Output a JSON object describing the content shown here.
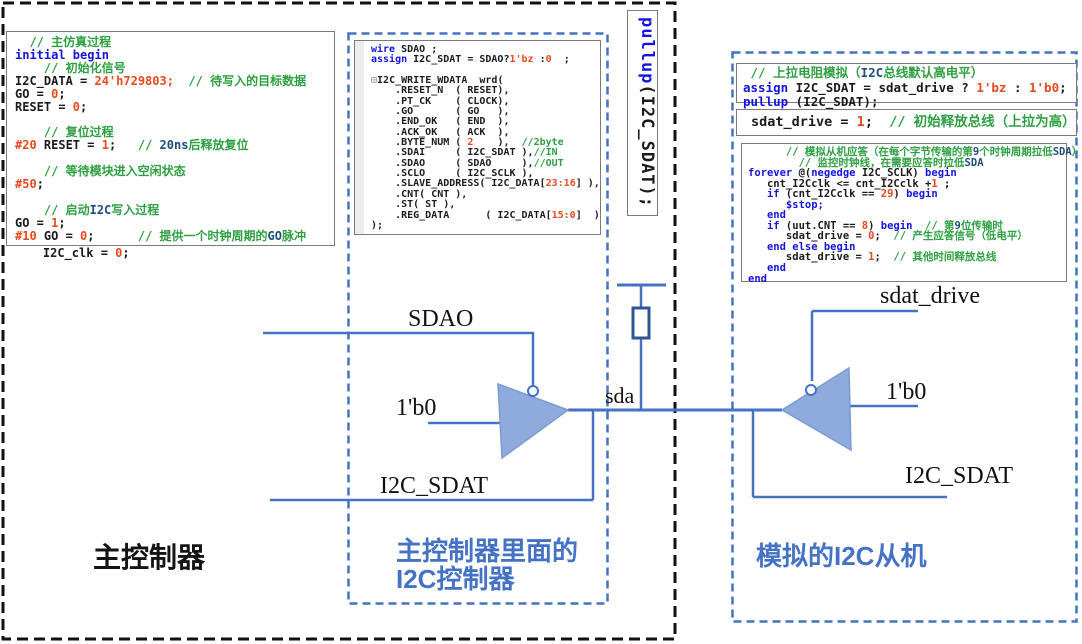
{
  "colors": {
    "wire_blue": "#4472c4",
    "buffer_fill": "#8faadc",
    "buffer_stroke": "#7c9bd1",
    "resistor_stroke": "#2f5597",
    "dashed_black": "#111111",
    "keyword_blue": "#1414e0",
    "number_orange": "#e8491d",
    "comment_green": "#2fa042"
  },
  "panels": {
    "master": {
      "label": "主控制器"
    },
    "controller": {
      "line1": "主控制器里面的",
      "line2": "I2C控制器"
    },
    "slave": {
      "label": "模拟的I2C从机"
    }
  },
  "diagram": {
    "labels": {
      "sdao": "SDAO",
      "b0_left": "1'b0",
      "i2c_sdat_left": "I2C_SDAT",
      "sda": "sda",
      "sdat_drive": "sdat_drive",
      "b0_right": "1'b0",
      "i2c_sdat_right": "I2C_SDAT"
    }
  },
  "pullup_box": {
    "lines": [
      [
        [
          "kw",
          "pullup"
        ],
        [
          "id",
          "(I2C_SDAT);"
        ]
      ]
    ]
  },
  "code_blocks": {
    "tb_main": {
      "lines": [
        [
          [
            "cmt",
            "  // 主仿真过程"
          ]
        ],
        [
          [
            "kw",
            "initial begin"
          ]
        ],
        [
          [
            "cmt",
            "    // 初始化信号"
          ]
        ],
        [
          [
            "id",
            "I2C_DATA = "
          ],
          [
            "num",
            "24'h729803;"
          ],
          [
            "cmt",
            "  // 待写入的目标数据"
          ]
        ],
        [
          [
            "id",
            "GO = "
          ],
          [
            "num",
            "0"
          ],
          [
            "id",
            ";"
          ]
        ],
        [
          [
            "id",
            "RESET = "
          ],
          [
            "num",
            "0"
          ],
          [
            "id",
            ";"
          ]
        ],
        [],
        [
          [
            "cmt",
            "    // 复位过程"
          ]
        ],
        [
          [
            "num",
            "#20"
          ],
          [
            "id",
            " RESET = "
          ],
          [
            "num",
            "1"
          ],
          [
            "id",
            ";"
          ],
          [
            "cmt",
            "   // "
          ],
          [
            "cmtb",
            "20ns"
          ],
          [
            "cmt",
            "后释放复位"
          ]
        ],
        [],
        [
          [
            "cmt",
            "    // 等待模块进入空闲状态"
          ]
        ],
        [
          [
            "num",
            "#50"
          ],
          [
            "id",
            ";"
          ]
        ],
        [],
        [
          [
            "cmt",
            "    // 启动"
          ],
          [
            "cmtb",
            "I2C"
          ],
          [
            "cmt",
            "写入过程"
          ]
        ],
        [
          [
            "id",
            "GO = "
          ],
          [
            "num",
            "1"
          ],
          [
            "id",
            ";"
          ]
        ],
        [
          [
            "num",
            "#10"
          ],
          [
            "id",
            " GO = "
          ],
          [
            "num",
            "0"
          ],
          [
            "id",
            ";"
          ],
          [
            "cmt",
            "      // 提供一个时钟周期的"
          ],
          [
            "cmtb",
            "GO"
          ],
          [
            "cmt",
            "脉冲"
          ]
        ]
      ]
    },
    "tb_main_partial": {
      "lines": [
        [
          [
            "id",
            "    I2C_clk = "
          ],
          [
            "num",
            "0"
          ],
          [
            "id",
            ";"
          ]
        ]
      ]
    },
    "instantiation": {
      "lines": [
        [
          [
            "kw",
            "wire"
          ],
          [
            "id",
            " SDAO ;"
          ]
        ],
        [
          [
            "kw",
            "assign"
          ],
          [
            "id",
            " I2C_SDAT = SDAO?"
          ],
          [
            "num",
            "1'bz"
          ],
          [
            "id",
            " :"
          ],
          [
            "num",
            "0"
          ],
          [
            "id",
            "  ;"
          ]
        ],
        [],
        [
          [
            "fold",
            "⊟"
          ],
          [
            "id",
            "I2C_WRITE_WDATA  wrd("
          ]
        ],
        [
          [
            "id",
            "    .RESET_N  ( RESET),"
          ]
        ],
        [
          [
            "id",
            "    .PT_CK    ( CLOCK),"
          ]
        ],
        [
          [
            "id",
            "    .GO       ( GO   ),"
          ]
        ],
        [
          [
            "id",
            "    .END_OK   ( END  ),"
          ]
        ],
        [
          [
            "id",
            "    .ACK_OK   ( ACK  ),"
          ]
        ],
        [
          [
            "id",
            "    .BYTE_NUM ( "
          ],
          [
            "num",
            "2"
          ],
          [
            "id",
            "    ),  "
          ],
          [
            "cmt",
            "//2byte"
          ]
        ],
        [
          [
            "id",
            "    .SDAI     ( I2C_SDAT ),"
          ],
          [
            "cmt",
            "//IN"
          ]
        ],
        [
          [
            "id",
            "    .SDAO     ( SDAO     ),"
          ],
          [
            "cmt",
            "//OUT"
          ]
        ],
        [
          [
            "id",
            "    .SCLO     ( I2C_SCLK ),"
          ]
        ],
        [
          [
            "id",
            "    .SLAVE_ADDRESS( I2C_DATA["
          ],
          [
            "num",
            "23:16"
          ],
          [
            "id",
            "] ),"
          ]
        ],
        [
          [
            "id",
            "    .CNT( CNT ),"
          ]
        ],
        [
          [
            "id",
            "    .ST( ST ),"
          ]
        ],
        [
          [
            "id",
            "    .REG_DATA      ( I2C_DATA["
          ],
          [
            "num",
            "15:0"
          ],
          [
            "id",
            "]  )"
          ]
        ],
        [
          [
            "id",
            ");"
          ]
        ]
      ]
    },
    "pullup_assign": {
      "lines": [
        [
          [
            "cmt",
            " // 上拉电阻模拟（"
          ],
          [
            "cmtb",
            "I2C"
          ],
          [
            "cmt",
            "总线默认高电平）"
          ]
        ],
        [
          [
            "kw",
            "assign"
          ],
          [
            "id",
            " I2C_SDAT = sdat_drive ? "
          ],
          [
            "num",
            "1'bz"
          ],
          [
            "id",
            " : "
          ],
          [
            "num",
            "1'b0"
          ],
          [
            "id",
            ";"
          ]
        ],
        [
          [
            "kw",
            "pullup"
          ],
          [
            "id",
            " (I2C_SDAT);"
          ]
        ]
      ]
    },
    "sdat_init": {
      "lines": [
        [
          [
            "id",
            "sdat_drive = "
          ],
          [
            "num",
            "1"
          ],
          [
            "id",
            ";  "
          ],
          [
            "cmt",
            "// 初始释放总线（上拉为高）"
          ]
        ]
      ]
    },
    "slave_ack": {
      "lines": [
        [
          [
            "cmt",
            "      // 模拟从机应答（在每个字节传输的第"
          ],
          [
            "cmtb",
            "9"
          ],
          [
            "cmt",
            "个时钟周期拉低"
          ],
          [
            "cmtb",
            "SDA"
          ],
          [
            "cmt",
            "）"
          ]
        ],
        [
          [
            "cmt",
            "        // 监控时钟线，在需要应答时拉低"
          ],
          [
            "cmtb",
            "SDA"
          ]
        ],
        [
          [
            "kw",
            "forever"
          ],
          [
            "id",
            " @("
          ],
          [
            "kw",
            "negedge"
          ],
          [
            "id",
            " I2C_SCLK) "
          ],
          [
            "kw",
            "begin"
          ]
        ],
        [
          [
            "id",
            "   cnt_I2Cclk <= cnt_I2Cclk +"
          ],
          [
            "num",
            "1"
          ],
          [
            "id",
            " ;"
          ]
        ],
        [
          [
            "kw",
            "   if"
          ],
          [
            "id",
            " (cnt_I2Cclk == "
          ],
          [
            "num",
            "29"
          ],
          [
            "id",
            ") "
          ],
          [
            "kw",
            "begin"
          ]
        ],
        [
          [
            "sys",
            "      $stop;"
          ]
        ],
        [
          [
            "kw",
            "   end"
          ]
        ],
        [
          [
            "kw",
            "   if"
          ],
          [
            "id",
            " (uut.CNT == "
          ],
          [
            "num",
            "8"
          ],
          [
            "id",
            ") "
          ],
          [
            "kw",
            "begin"
          ],
          [
            "cmt",
            "  // 第"
          ],
          [
            "cmtb",
            "9"
          ],
          [
            "cmt",
            "位传输时"
          ]
        ],
        [
          [
            "id",
            "      sdat_drive = "
          ],
          [
            "num",
            "0"
          ],
          [
            "id",
            ";  "
          ],
          [
            "cmt",
            "// 产生应答信号（低电平）"
          ]
        ],
        [
          [
            "kw",
            "   end else begin"
          ]
        ],
        [
          [
            "id",
            "      sdat_drive = "
          ],
          [
            "num",
            "1"
          ],
          [
            "id",
            ";  "
          ],
          [
            "cmt",
            "// 其他时间释放总线"
          ]
        ],
        [
          [
            "kw",
            "   end"
          ]
        ],
        [
          [
            "kw",
            "end"
          ]
        ]
      ]
    }
  }
}
